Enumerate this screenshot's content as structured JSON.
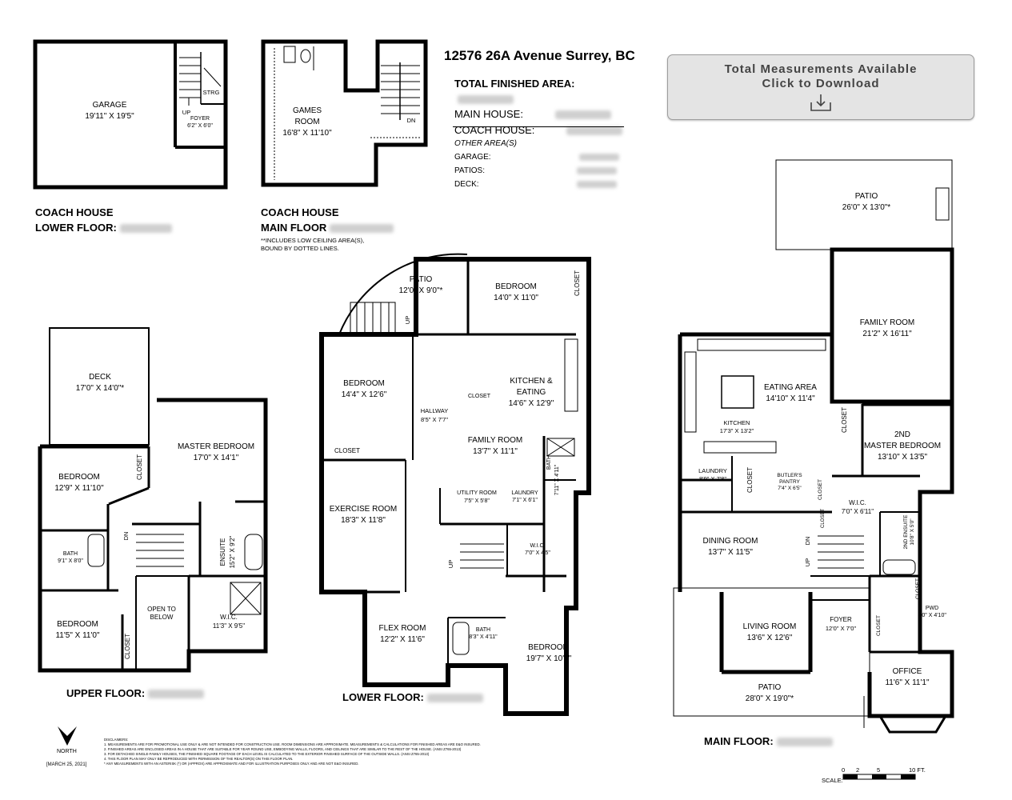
{
  "address": "12576 26A Avenue Surrey, BC",
  "areas": {
    "total": "TOTAL FINISHED AREA:",
    "main_house": "MAIN HOUSE:",
    "coach_house": "COACH HOUSE:",
    "other": "OTHER AREA(S)",
    "garage": "GARAGE:",
    "patios": "PATIOS:",
    "deck": "DECK:"
  },
  "download": {
    "line1": "Total Measurements Available",
    "line2": "Click to Download"
  },
  "floors": {
    "coach_lower_1": "COACH HOUSE",
    "coach_lower_2": "LOWER FLOOR:",
    "coach_main_1": "COACH HOUSE",
    "coach_main_2": "MAIN FLOOR",
    "note_1": "**INCLUDES LOW CEILING AREA(S),",
    "note_2": "BOUND BY DOTTED LINES.",
    "upper": "UPPER FLOOR:",
    "lower": "LOWER FLOOR:",
    "main": "MAIN FLOOR:"
  },
  "rooms": {
    "garage": {
      "name": "GARAGE",
      "dim": "19'11\" X 19'5\""
    },
    "foyer_c": {
      "name": "FOYER",
      "dim": "6'2\" X 6'0\""
    },
    "strg": "STRG",
    "up": "UP",
    "dn": "DN",
    "games": {
      "name1": "GAMES",
      "name2": "ROOM",
      "dim": "16'8\" X 11'10\""
    },
    "deck": {
      "name": "DECK",
      "dim": "17'0\" X 14'0\"*"
    },
    "master": {
      "name": "MASTER BEDROOM",
      "dim": "17'0\" X 14'1\""
    },
    "bed_u1": {
      "name": "BEDROOM",
      "dim": "12'9\" X 11'10\""
    },
    "bed_u2": {
      "name": "BEDROOM",
      "dim": "11'5\" X 11'0\""
    },
    "bath_u": {
      "name": "BATH",
      "dim": "9'1\" X 8'0\""
    },
    "ensuite": {
      "name": "ENSUITE",
      "dim": "15'2\" X 9'2\""
    },
    "open_below": {
      "name1": "OPEN TO",
      "name2": "BELOW"
    },
    "wic_u": {
      "name": "W.I.C.",
      "dim": "11'3\" X 9'5\""
    },
    "closet": "CLOSET",
    "patio_l": {
      "name": "PATIO",
      "dim": "12'0\" X 9'0\"*"
    },
    "bed_l1": {
      "name": "BEDROOM",
      "dim": "14'0\" X 11'0\""
    },
    "bed_l2": {
      "name": "BEDROOM",
      "dim": "14'4\" X 12'6\""
    },
    "kitchen_l": {
      "name1": "KITCHEN &",
      "name2": "EATING",
      "dim": "14'6\" X 12'9\""
    },
    "hallway": {
      "name": "HALLWAY",
      "dim": "8'5\" X 7'7\""
    },
    "family_l": {
      "name": "FAMILY ROOM",
      "dim": "13'7\" X 11'1\""
    },
    "bath_l1": {
      "name": "BATH",
      "dim": "7'11\" X 4'11\""
    },
    "exercise": {
      "name": "EXERCISE ROOM",
      "dim": "18'3\" X 11'8\""
    },
    "utility": {
      "name": "UTILITY ROOM",
      "dim": "7'5\" X 5'8\""
    },
    "laundry_l": {
      "name": "LAUNDRY",
      "dim": "7'1\" X 6'1\""
    },
    "wic_l": {
      "name": "W.I.C.",
      "dim": "7'0\" X 4'5\""
    },
    "flex": {
      "name": "FLEX ROOM",
      "dim": "12'2\" X 11'6\""
    },
    "bath_l2": {
      "name": "BATH",
      "dim": "8'3\" X 4'11\""
    },
    "bed_l3": {
      "name": "BEDROOM",
      "dim": "19'7\" X 10'0\""
    },
    "patio_m1": {
      "name": "PATIO",
      "dim": "26'0\" X 13'0\"*"
    },
    "family_m": {
      "name": "FAMILY ROOM",
      "dim": "21'2\" X 16'11\""
    },
    "eating": {
      "name": "EATING AREA",
      "dim": "14'10\" X 11'4\""
    },
    "kitchen_m": {
      "name": "KITCHEN",
      "dim": "17'3\" X 13'2\""
    },
    "master2": {
      "name1": "2ND",
      "name2": "MASTER BEDROOM",
      "dim": "13'10\" X 13'5\""
    },
    "laundry_m": {
      "name": "LAUNDRY",
      "dim": "8'9\" X 7'8\""
    },
    "butler": {
      "name1": "BUTLER'S",
      "name2": "PANTRY",
      "dim": "7'4\" X 6'5\""
    },
    "wic_m": {
      "name": "W.I.C.",
      "dim": "7'0\" X 6'11\""
    },
    "ensuite2": {
      "name": "2ND ENSUITE",
      "dim": "10'8\" X 5'0\""
    },
    "dining": {
      "name": "DINING ROOM",
      "dim": "13'7\" X 11'5\""
    },
    "living": {
      "name": "LIVING ROOM",
      "dim": "13'6\" X 12'6\""
    },
    "foyer_m": {
      "name": "FOYER",
      "dim": "12'0\" X 7'0\""
    },
    "pwd": {
      "name": "PWD",
      "dim": "5'0\" X 4'10\""
    },
    "office": {
      "name": "OFFICE",
      "dim": "11'6\" X 11'1\""
    },
    "patio_m2": {
      "name": "PATIO",
      "dim": "28'0\" X 19'0\"*"
    }
  },
  "north": {
    "label": "NORTH",
    "date": "[MARCH 25, 2021]"
  },
  "disclaimers": [
    "DISCLAIMERS:",
    "1. MEASUREMENTS ARE FOR PROMOTIONAL USE ONLY & ARE NOT INTENDED FOR CONSTRUCTION USE. ROOM DIMENSIONS ARE APPROXIMATE. MEASUREMENTS & CALCULATIONS FOR FINISHED AREAS ARE E&O INSURED.",
    "2. FINISHED AREAS ARE ENCLOSED AREAS IN A HOUSE THAT ARE SUITABLE FOR YEAR ROUND USE, EMBODYING WALLS, FLOORS, AND CEILINGS THAT ARE SIMILAR TO THE REST OF THE HOUSE. (ANSI Z765-2013)",
    "3. FOR DETACHED SINGLE-FAMILY HOUSES, THE FINISHED SQUARE FOOTAGE OF EACH LEVEL IS CALCULATED TO THE EXTERIOR FINISHED SURFACE OF THE OUTSIDE WALLS. (ANSI Z765-2013)",
    "4. THIS FLOOR PLAN MAY ONLY BE REPRODUCED WITH PERMISSION OF THE REALTOR(S) ON THIS FLOOR PLAN.",
    "* ANY MEASUREMENTS WITH AN ASTERISK (*) OR (APPROX) ARE APPROXIMATE AND FOR ILLUSTRATION PURPOSES ONLY AND ARE NOT E&O INSURED."
  ],
  "scale": {
    "label": "SCALE:",
    "t0": "0",
    "t2": "2",
    "t5": "5",
    "t10": "10 FT."
  }
}
